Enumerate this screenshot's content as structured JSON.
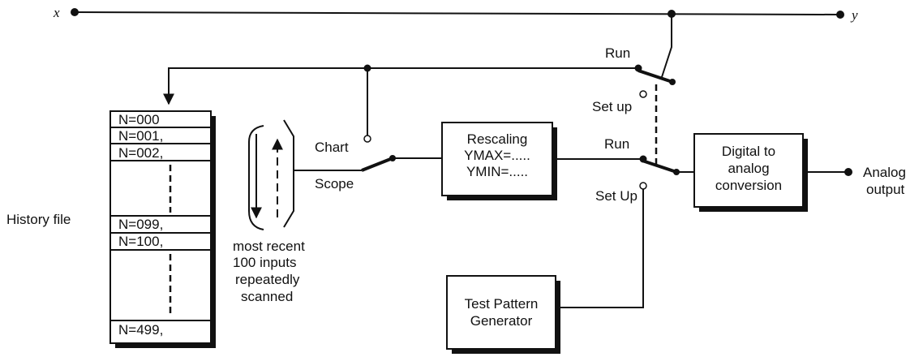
{
  "signals": {
    "x": "x",
    "y": "y"
  },
  "history": {
    "label": "History file",
    "rows": [
      "N=000",
      "N=001,",
      "N=002,",
      "N=099,",
      "N=100,",
      "N=499,"
    ],
    "note": [
      "most recent",
      "100 inputs",
      "repeatedly",
      "scanned"
    ]
  },
  "switches": {
    "chart": "Chart",
    "scope": "Scope",
    "run_top": "Run",
    "setup_top": "Set up",
    "run_mid": "Run",
    "setup_mid": "Set Up"
  },
  "blocks": {
    "rescaling": [
      "Rescaling",
      "YMAX=.....",
      "YMIN=....."
    ],
    "dac": [
      "Digital to",
      "analog",
      "conversion"
    ],
    "test_pattern": [
      "Test Pattern",
      "Generator"
    ]
  },
  "output": [
    "Analog",
    "output"
  ]
}
